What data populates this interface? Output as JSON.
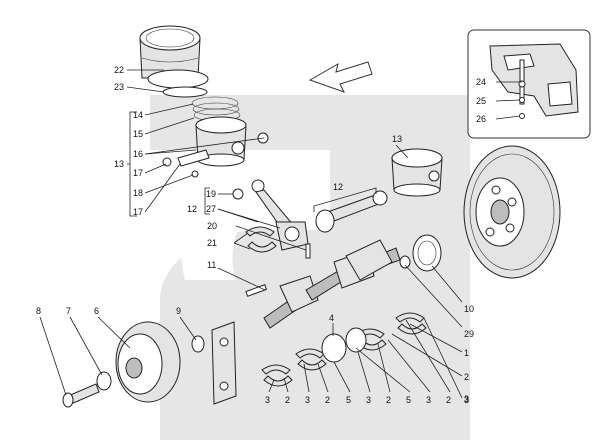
{
  "callouts": [
    {
      "id": "c22",
      "text": "22"
    },
    {
      "id": "c23",
      "text": "23"
    },
    {
      "id": "c14",
      "text": "14"
    },
    {
      "id": "c15",
      "text": "15"
    },
    {
      "id": "c16",
      "text": "16"
    },
    {
      "id": "c13a",
      "text": "13"
    },
    {
      "id": "c17a",
      "text": "17"
    },
    {
      "id": "c18",
      "text": "18"
    },
    {
      "id": "c17b",
      "text": "17"
    },
    {
      "id": "c19",
      "text": "19"
    },
    {
      "id": "c12a",
      "text": "12"
    },
    {
      "id": "c27",
      "text": "27"
    },
    {
      "id": "c20",
      "text": "20"
    },
    {
      "id": "c21",
      "text": "21"
    },
    {
      "id": "c11",
      "text": "11"
    },
    {
      "id": "c12b",
      "text": "12"
    },
    {
      "id": "c13b",
      "text": "13"
    },
    {
      "id": "c24",
      "text": "24"
    },
    {
      "id": "c25",
      "text": "25"
    },
    {
      "id": "c26",
      "text": "26"
    },
    {
      "id": "c8",
      "text": "8"
    },
    {
      "id": "c7",
      "text": "7"
    },
    {
      "id": "c6",
      "text": "6"
    },
    {
      "id": "c9",
      "text": "9"
    },
    {
      "id": "c4",
      "text": "4"
    },
    {
      "id": "c10",
      "text": "10"
    },
    {
      "id": "c29",
      "text": "29"
    },
    {
      "id": "c1",
      "text": "1"
    },
    {
      "id": "c2r",
      "text": "2"
    },
    {
      "id": "c3r",
      "text": "3"
    }
  ],
  "bottom_row": [
    "3",
    "2",
    "3",
    "2",
    "5",
    "3",
    "2",
    "5",
    "3",
    "2",
    "3"
  ]
}
